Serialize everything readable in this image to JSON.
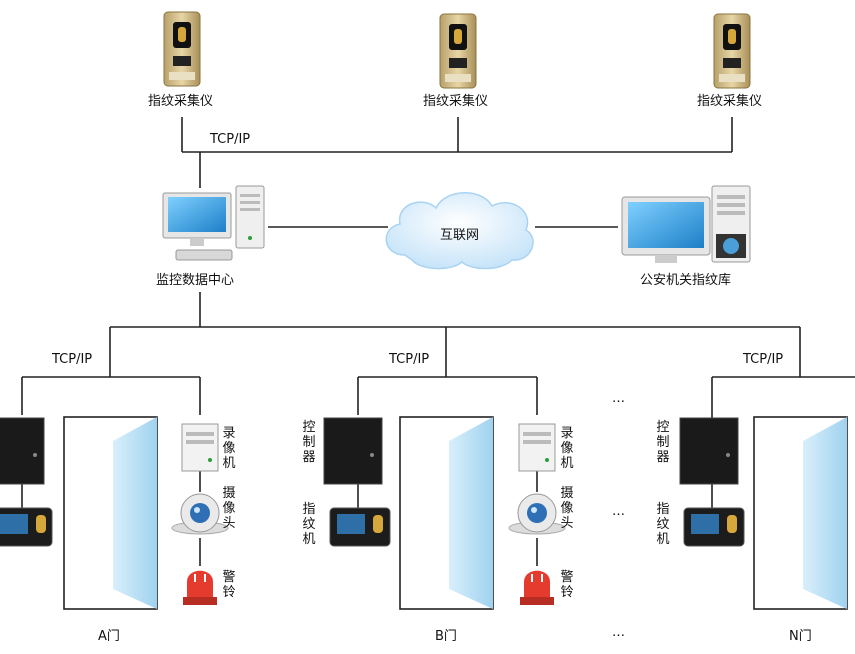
{
  "top": {
    "fingerprint_collectors": [
      {
        "label": "指纹采集仪"
      },
      {
        "label": "指纹采集仪"
      },
      {
        "label": "指纹采集仪"
      }
    ],
    "network_label": "TCP/IP"
  },
  "middle": {
    "monitor_center": "监控数据中心",
    "internet": "互联网",
    "police_db": "公安机关指纹库"
  },
  "bottom": {
    "branches": [
      {
        "network_label": "TCP/IP",
        "door": "A门",
        "recorder": "录像机",
        "camera": "摄像头",
        "alarm": "警铃"
      },
      {
        "network_label": "TCP/IP",
        "door": "B门",
        "controller": "控制器",
        "fp_machine": "指纹机",
        "recorder": "录像机",
        "camera": "摄像头",
        "alarm": "警铃"
      },
      {
        "network_label": "TCP/IP",
        "door": "N门",
        "controller": "控制器",
        "fp_machine": "指纹机"
      }
    ],
    "ellipsis": "…"
  },
  "colors": {
    "line": "#222222",
    "cloud": "#dcefff",
    "door_glass": "#bfe3f7",
    "alarm": "#e53b2e",
    "screen": "#3aa6e8"
  }
}
